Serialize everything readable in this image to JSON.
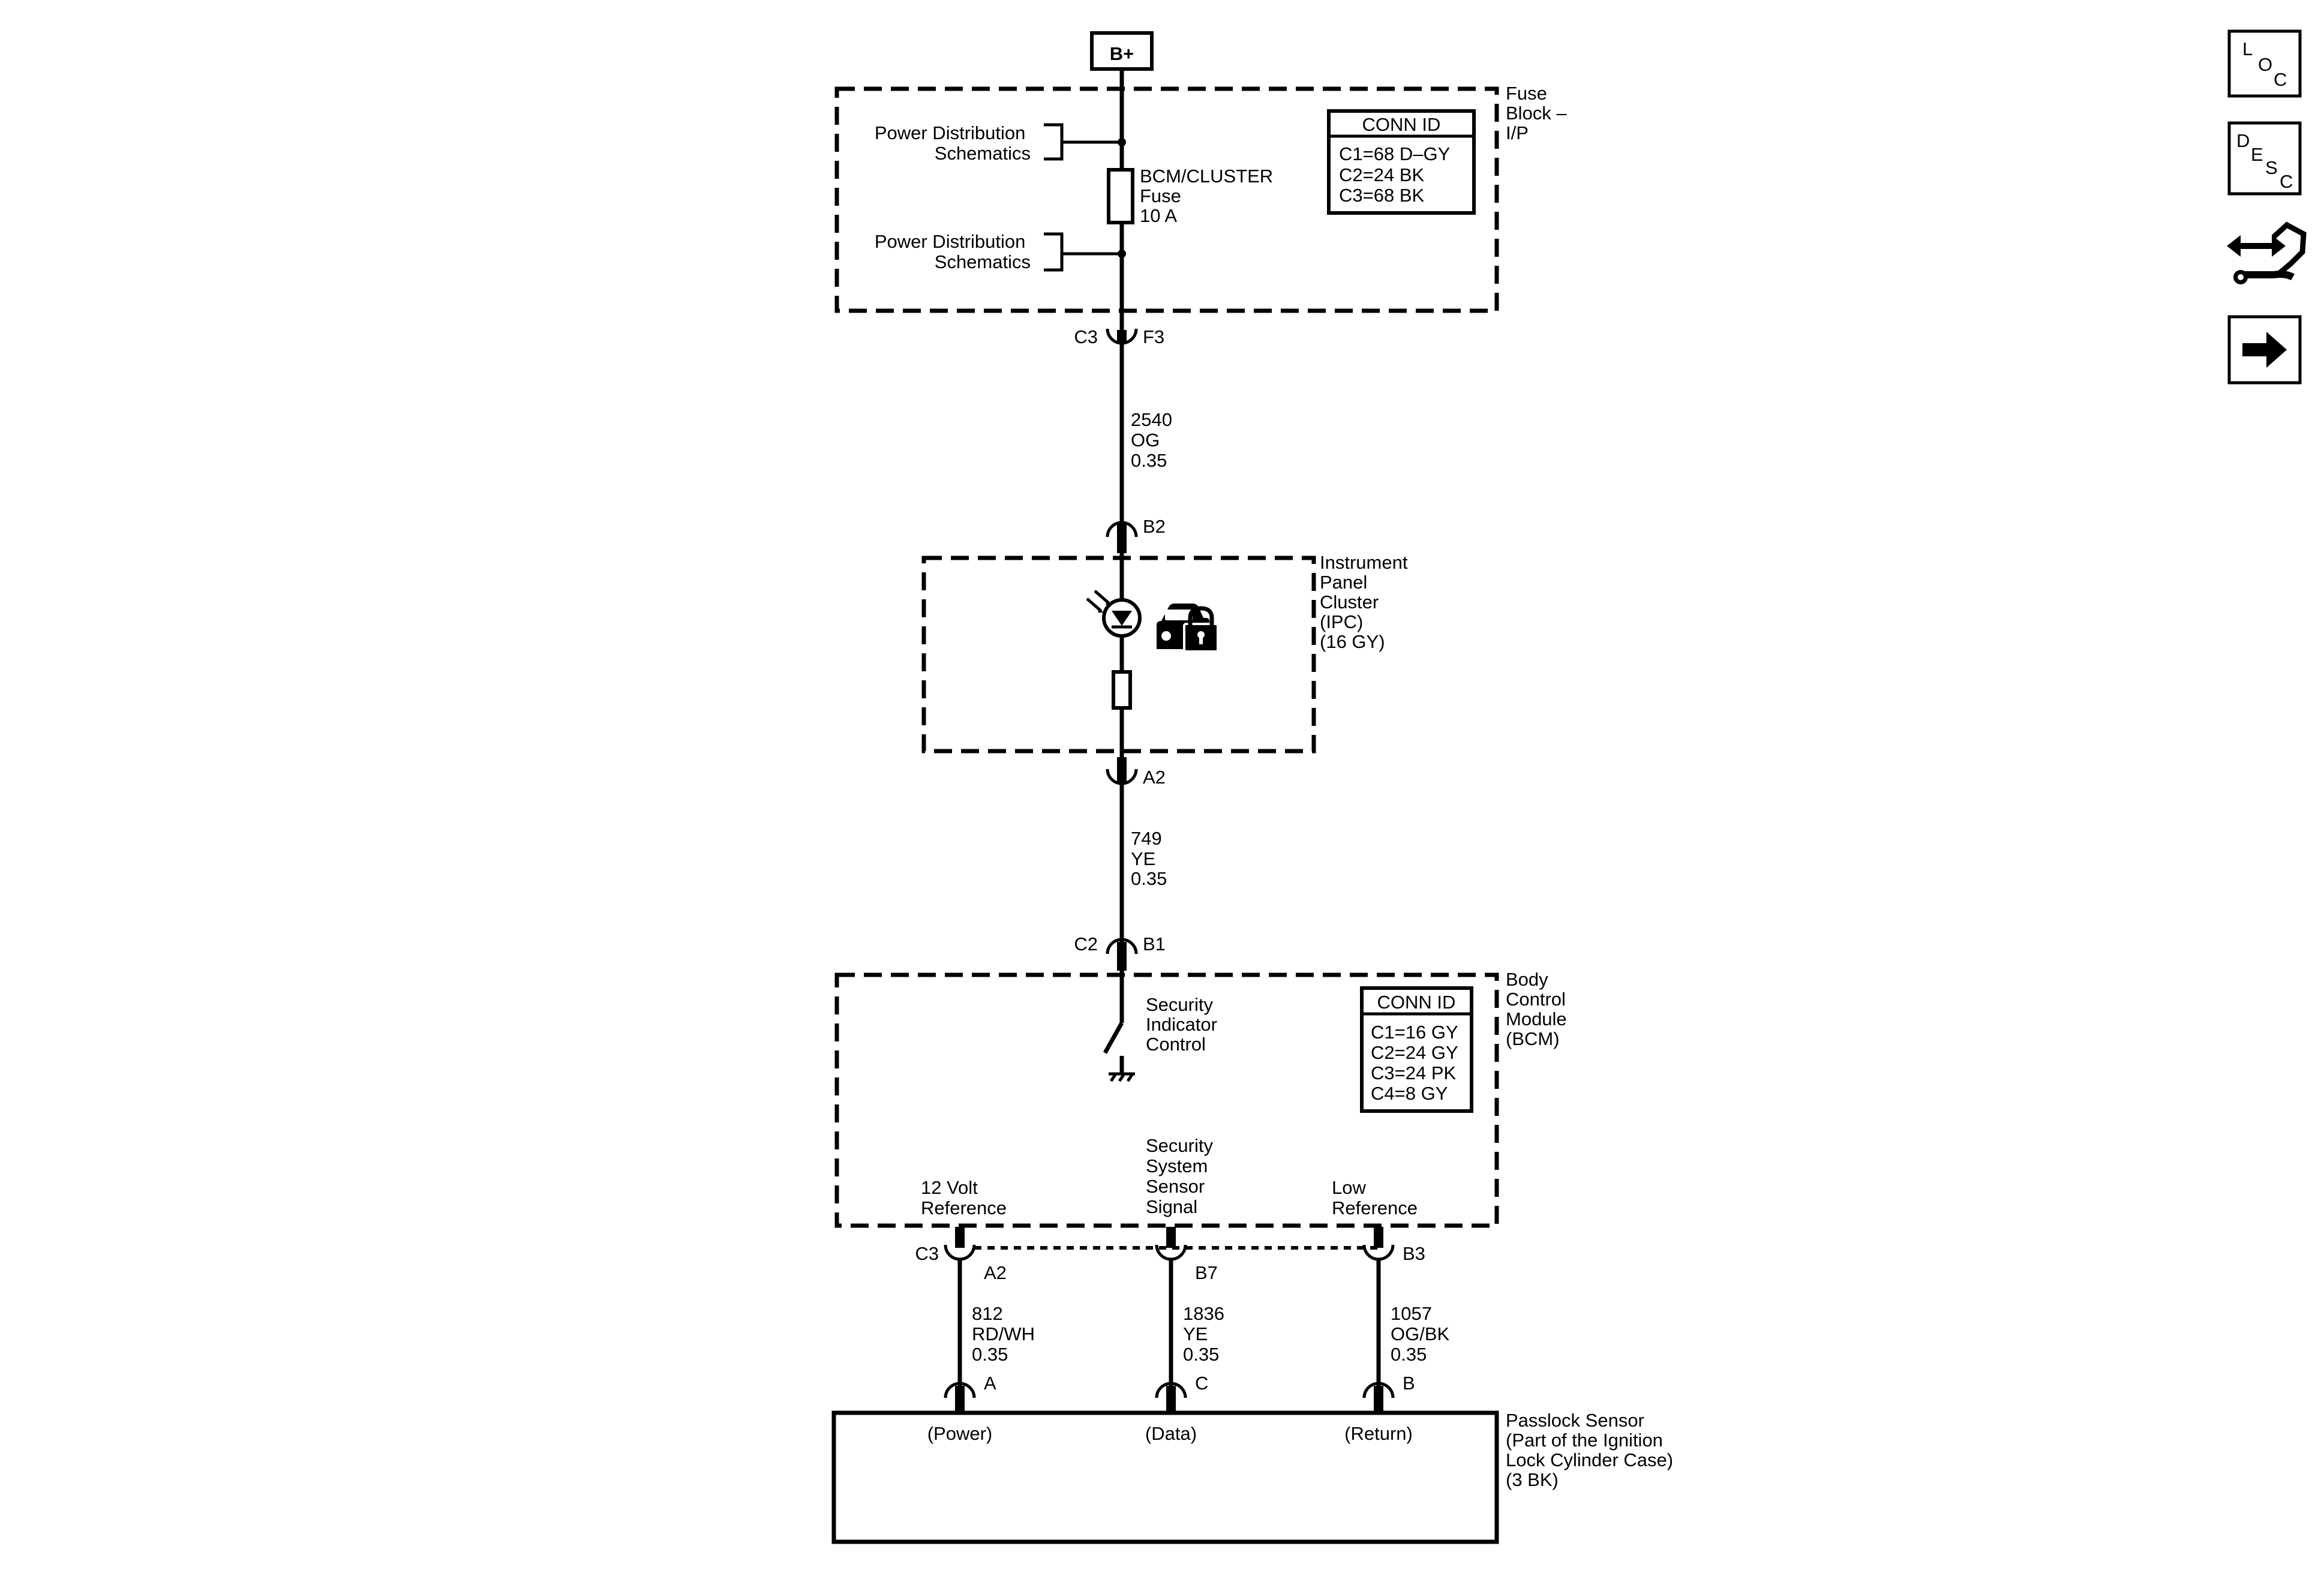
{
  "supply": {
    "label": "B+"
  },
  "fuse_block": {
    "name": [
      "Fuse",
      "Block –",
      "I/P"
    ],
    "power_dist_top": [
      "Power Distribution",
      "Schematics"
    ],
    "power_dist_bottom": [
      "Power Distribution",
      "Schematics"
    ],
    "fuse_label": [
      "BCM/CLUSTER",
      "Fuse",
      "10 A"
    ],
    "conn_id": {
      "title": "CONN ID",
      "rows": [
        "C1=68 D–GY",
        "C2=24 BK",
        "C3=68 BK"
      ]
    },
    "out_connector": "C3",
    "out_pin": "F3"
  },
  "wire_1": {
    "circuit": "2540",
    "color": "OG",
    "size": "0.35"
  },
  "ipc": {
    "in_pin": "B2",
    "name": [
      "Instrument",
      "Panel",
      "Cluster",
      "(IPC)",
      "(16 GY)"
    ],
    "out_pin": "A2"
  },
  "wire_2": {
    "circuit": "749",
    "color": "YE",
    "size": "0.35"
  },
  "bcm": {
    "in_connector": "C2",
    "in_pin": "B1",
    "name": [
      "Body",
      "Control",
      "Module",
      "(BCM)"
    ],
    "switch_label": [
      "Security",
      "Indicator",
      "Control"
    ],
    "conn_id": {
      "title": "CONN ID",
      "rows": [
        "C1=16 GY",
        "C2=24 GY",
        "C3=24 PK",
        "C4=8 GY"
      ]
    },
    "ref_12v": [
      "12 Volt",
      "Reference"
    ],
    "sensor_signal": [
      "Security",
      "System",
      "Sensor",
      "Signal"
    ],
    "low_ref": [
      "Low",
      "Reference"
    ],
    "out_connector": "C3",
    "pins": [
      "A2",
      "B7",
      "B3"
    ]
  },
  "wires_bottom": [
    {
      "circuit": "812",
      "color": "RD/WH",
      "size": "0.35",
      "sensor_pin": "A",
      "role": "(Power)"
    },
    {
      "circuit": "1836",
      "color": "YE",
      "size": "0.35",
      "sensor_pin": "C",
      "role": "(Data)"
    },
    {
      "circuit": "1057",
      "color": "OG/BK",
      "size": "0.35",
      "sensor_pin": "B",
      "role": "(Return)"
    }
  ],
  "passlock": {
    "name": [
      "Passlock Sensor",
      "(Part of the Ignition",
      "Lock Cylinder Case)",
      "(3 BK)"
    ]
  },
  "side_icons": [
    {
      "icon": "loc-icon",
      "letters": [
        "L",
        "O",
        "C"
      ]
    },
    {
      "icon": "desc-icon",
      "letters": [
        "D",
        "E",
        "S",
        "C"
      ]
    },
    {
      "icon": "connector-tools-icon"
    },
    {
      "icon": "next-arrow-icon"
    }
  ]
}
